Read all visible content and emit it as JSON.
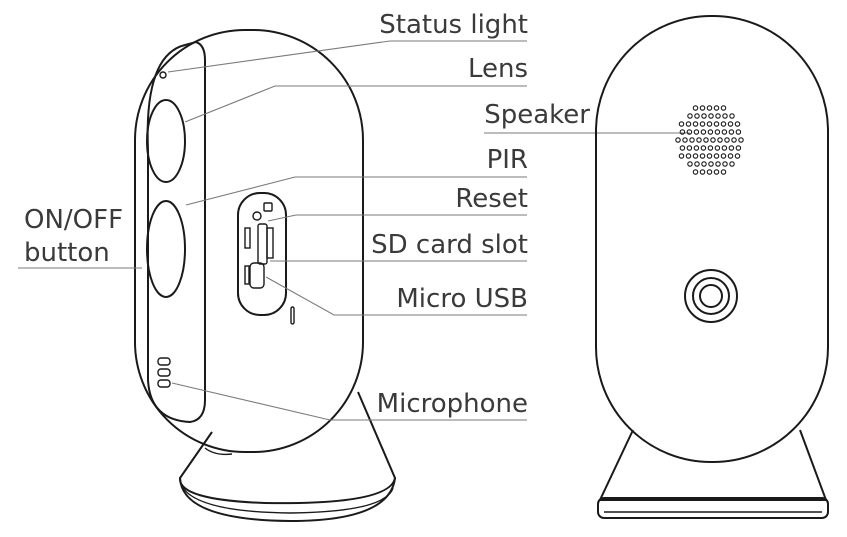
{
  "labels": {
    "status_light": "Status light",
    "lens": "Lens",
    "speaker": "Speaker",
    "pir": "PIR",
    "reset": "Reset",
    "sd_card_slot": "SD card slot",
    "micro_usb": "Micro USB",
    "microphone": "Microphone",
    "on_off_line1": "ON/OFF",
    "on_off_line2": "button"
  },
  "colors": {
    "outline": "#1a1a1a",
    "leader": "#7a7a7a",
    "text": "#3a3a3a"
  }
}
